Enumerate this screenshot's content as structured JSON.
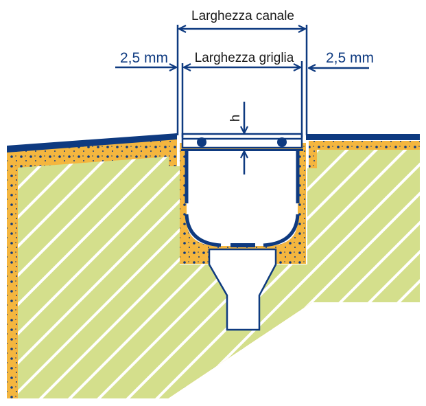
{
  "labels": {
    "channel_width": "Larghezza canale",
    "grate_width": "Larghezza griglia",
    "gap_left": "2,5 mm",
    "gap_right": "2,5 mm",
    "height": "h"
  },
  "colors": {
    "navy": "#0e3a80",
    "ground": "#d4df8c",
    "bedding": "#f4b63f",
    "hatch": "#ffffff"
  }
}
